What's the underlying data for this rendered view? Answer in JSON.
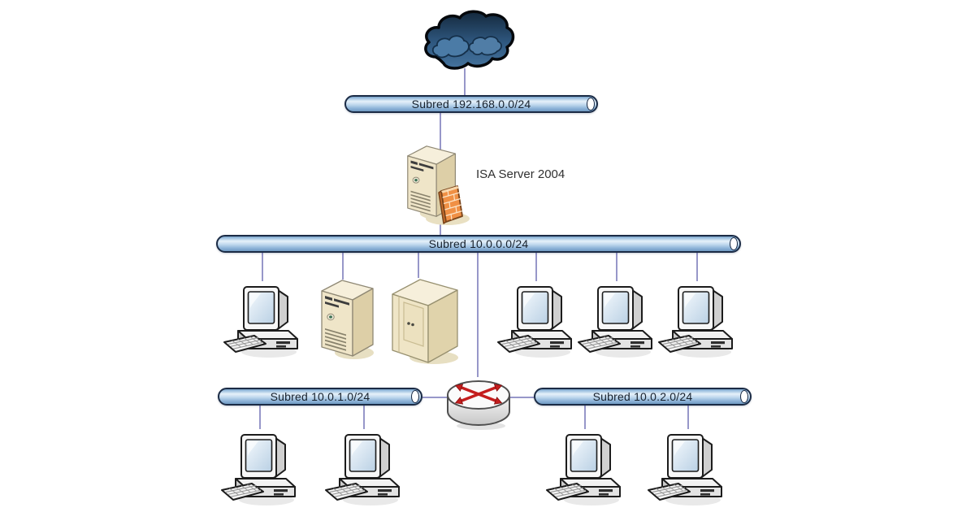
{
  "diagram": {
    "type": "network-topology",
    "internet": {
      "icon": "internet-cloud-icon"
    },
    "wan_subnet": {
      "label": "Subred 192.168.0.0/24"
    },
    "isa_server": {
      "label": "ISA Server 2004",
      "icon": "isa-server-firewall-icon"
    },
    "lan_subnet": {
      "label": "Subred 10.0.0.0/24"
    },
    "lan_devices": [
      {
        "type": "workstation",
        "icon": "workstation-icon"
      },
      {
        "type": "tower-server",
        "icon": "tower-server-icon"
      },
      {
        "type": "rack-server",
        "icon": "rack-server-icon"
      },
      {
        "type": "workstation",
        "icon": "workstation-icon"
      },
      {
        "type": "workstation",
        "icon": "workstation-icon"
      },
      {
        "type": "workstation",
        "icon": "workstation-icon"
      }
    ],
    "router": {
      "icon": "router-icon"
    },
    "branch_subnets": [
      {
        "label": "Subred 10.0.1.0/24",
        "devices": [
          "workstation",
          "workstation"
        ]
      },
      {
        "label": "Subred 10.0.2.0/24",
        "devices": [
          "workstation",
          "workstation"
        ]
      }
    ],
    "colors": {
      "bus_border": "#1b2b45",
      "bus_highlight": "#e6f1fa",
      "bus_fill": "#9dc0e0",
      "connector": "#9797c9",
      "cloud_dark": "#14283c",
      "cloud_mid": "#3c6a96",
      "cloud_puff": "#4b7ba6",
      "server_beige": "#efe5c8",
      "firewall_orange": "#f09045",
      "router_arrow_red": "#c41e1e",
      "label_text": "#18222e"
    }
  }
}
